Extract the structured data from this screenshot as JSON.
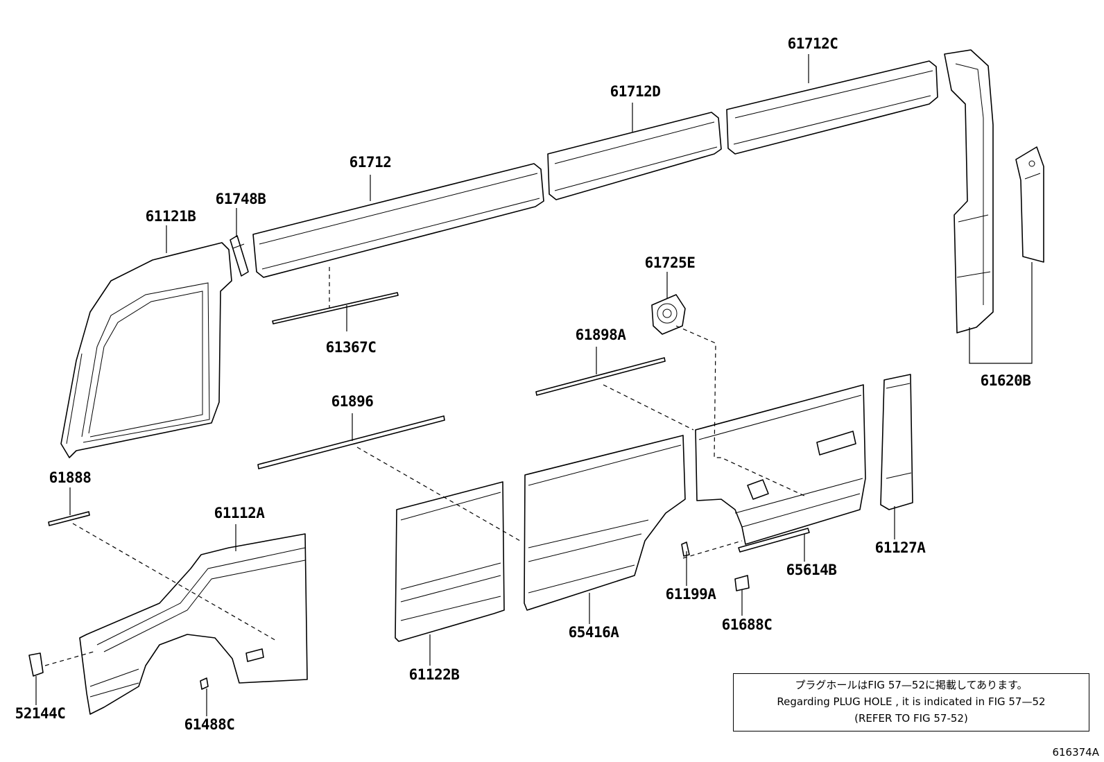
{
  "labels": {
    "p61712C": "61712C",
    "p61712D": "61712D",
    "p61712": "61712",
    "p61748B": "61748B",
    "p61121B": "61121B",
    "p61367C": "61367C",
    "p61725E": "61725E",
    "p61898A": "61898A",
    "p61620B": "61620B",
    "p61896": "61896",
    "p61888": "61888",
    "p61112A": "61112A",
    "p61127A": "61127A",
    "p65614B": "65614B",
    "p61199A": "61199A",
    "p65416A": "65416A",
    "p61688C": "61688C",
    "p61122B": "61122B",
    "p52144C": "52144C",
    "p61488C": "61488C"
  },
  "note": {
    "line1": "プラグホールはFIG 57—52に掲載してあります。",
    "line2": "Regarding  PLUG  HOLE , it is indicated in FIG  57—52",
    "line3": "(REFER  TO  FIG  57-52)"
  },
  "figure_id": "616374A"
}
